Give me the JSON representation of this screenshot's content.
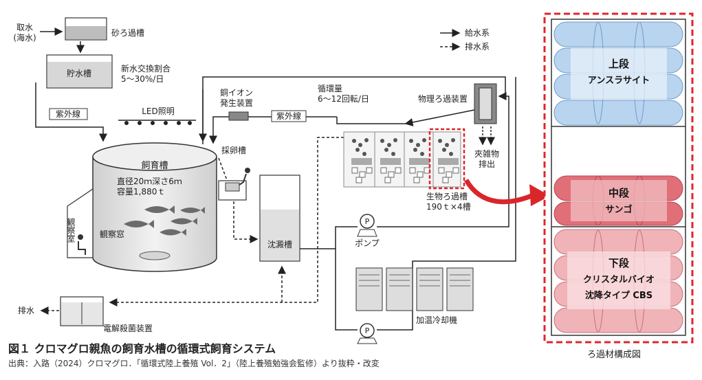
{
  "colors": {
    "upper_media": "#b8d4ef",
    "middle_media": "#e06f78",
    "lower_media": "#f0b3b8",
    "dashed_frame": "#e0242c",
    "highlight_arrow": "#d9262b",
    "tank_fill": "#e6e6e6"
  },
  "flow": {
    "intake": "取水\n(海水)",
    "sand_filter": "砂ろ過槽",
    "reservoir": "貯水槽",
    "exchange_rate": "新水交換割合\n5～30%/日",
    "uv1": "紫外線",
    "led": "LED照明",
    "tank": "飼育槽",
    "tank_spec": "直径20ｍ深さ6ｍ\n容量1,880ｔ",
    "obs_room": "観察室",
    "obs_window": "観察窓",
    "egg_tank": "採卵槽",
    "copper_ion": "銅イオン\n発生装置",
    "uv2": "紫外線",
    "circulation": "循環量\n6～12回転/日",
    "phys_filter": "物理ろ過装置",
    "debris": "夾雑物\n排出",
    "bio_filter": "生物ろ過槽\n190ｔ×4槽",
    "settling": "沈澱槽",
    "pump1": "ポンプ",
    "pump_symbol": "P",
    "chiller": "加温冷却機",
    "drain": "排水",
    "electrolysis": "電解殺菌装置"
  },
  "legend": {
    "supply": "給水系",
    "drainage": "排水系"
  },
  "filter_media": {
    "upper": {
      "title": "上段",
      "material": "アンスラサイト"
    },
    "middle": {
      "title": "中段",
      "material": "サンゴ"
    },
    "lower": {
      "title": "下段",
      "material_line1": "クリスタルバイオ",
      "material_line2": "沈降タイプ CBS"
    }
  },
  "figure": {
    "caption": "図１ クロマグロ親魚の飼育水槽の循環式飼育システム",
    "source": "出典：入路（2024）クロマグロ．「循環式陸上養殖 Vol．2」（陸上養殖勉強会監修）より抜粋・改変",
    "media_title": "ろ過材構成図"
  }
}
